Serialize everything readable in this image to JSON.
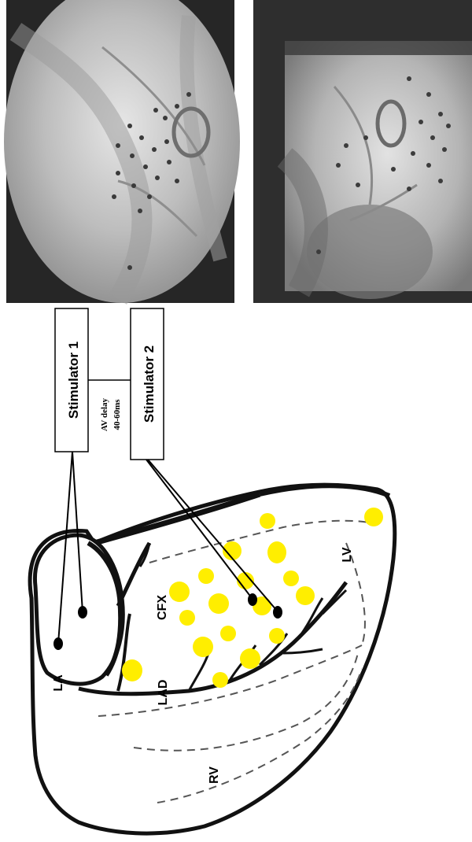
{
  "figure": {
    "stimulator_1": "Stimulator 1",
    "stimulator_2": "Stimulator 2",
    "av_delay_line1": "AV delay",
    "av_delay_line2": "40-60ms",
    "labels": {
      "la": "LA",
      "cfx": "CFX",
      "lad": "LAD",
      "lv": "LV",
      "rv": "RV"
    },
    "colors": {
      "electrode": "#ffee00",
      "outline": "#111111",
      "xray_bg": "#2a2a2a"
    }
  }
}
